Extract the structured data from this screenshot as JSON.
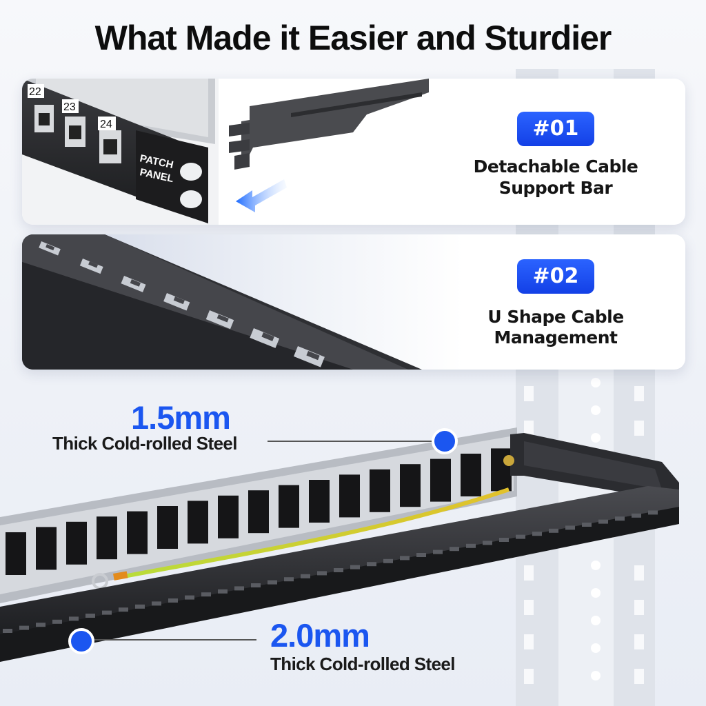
{
  "title": "What Made it Easier and Sturdier",
  "features": [
    {
      "badge": "#01",
      "line1": "Detachable Cable",
      "line2": "Support Bar"
    },
    {
      "badge": "#02",
      "line1": "U Shape Cable",
      "line2": "Management"
    }
  ],
  "patch_panel": {
    "label_line1": "PATCH",
    "label_line2": "PANEL",
    "port_numbers": [
      "22",
      "23",
      "24"
    ]
  },
  "specs": [
    {
      "value": "1.5mm",
      "description": "Thick Cold-rolled Steel"
    },
    {
      "value": "2.0mm",
      "description": "Thick Cold-rolled Steel"
    }
  ],
  "colors": {
    "accent": "#1b56f0",
    "badge": "#1f4ff5",
    "steel": "#2a2b2e",
    "ground_wire": "#9ccc2a"
  }
}
